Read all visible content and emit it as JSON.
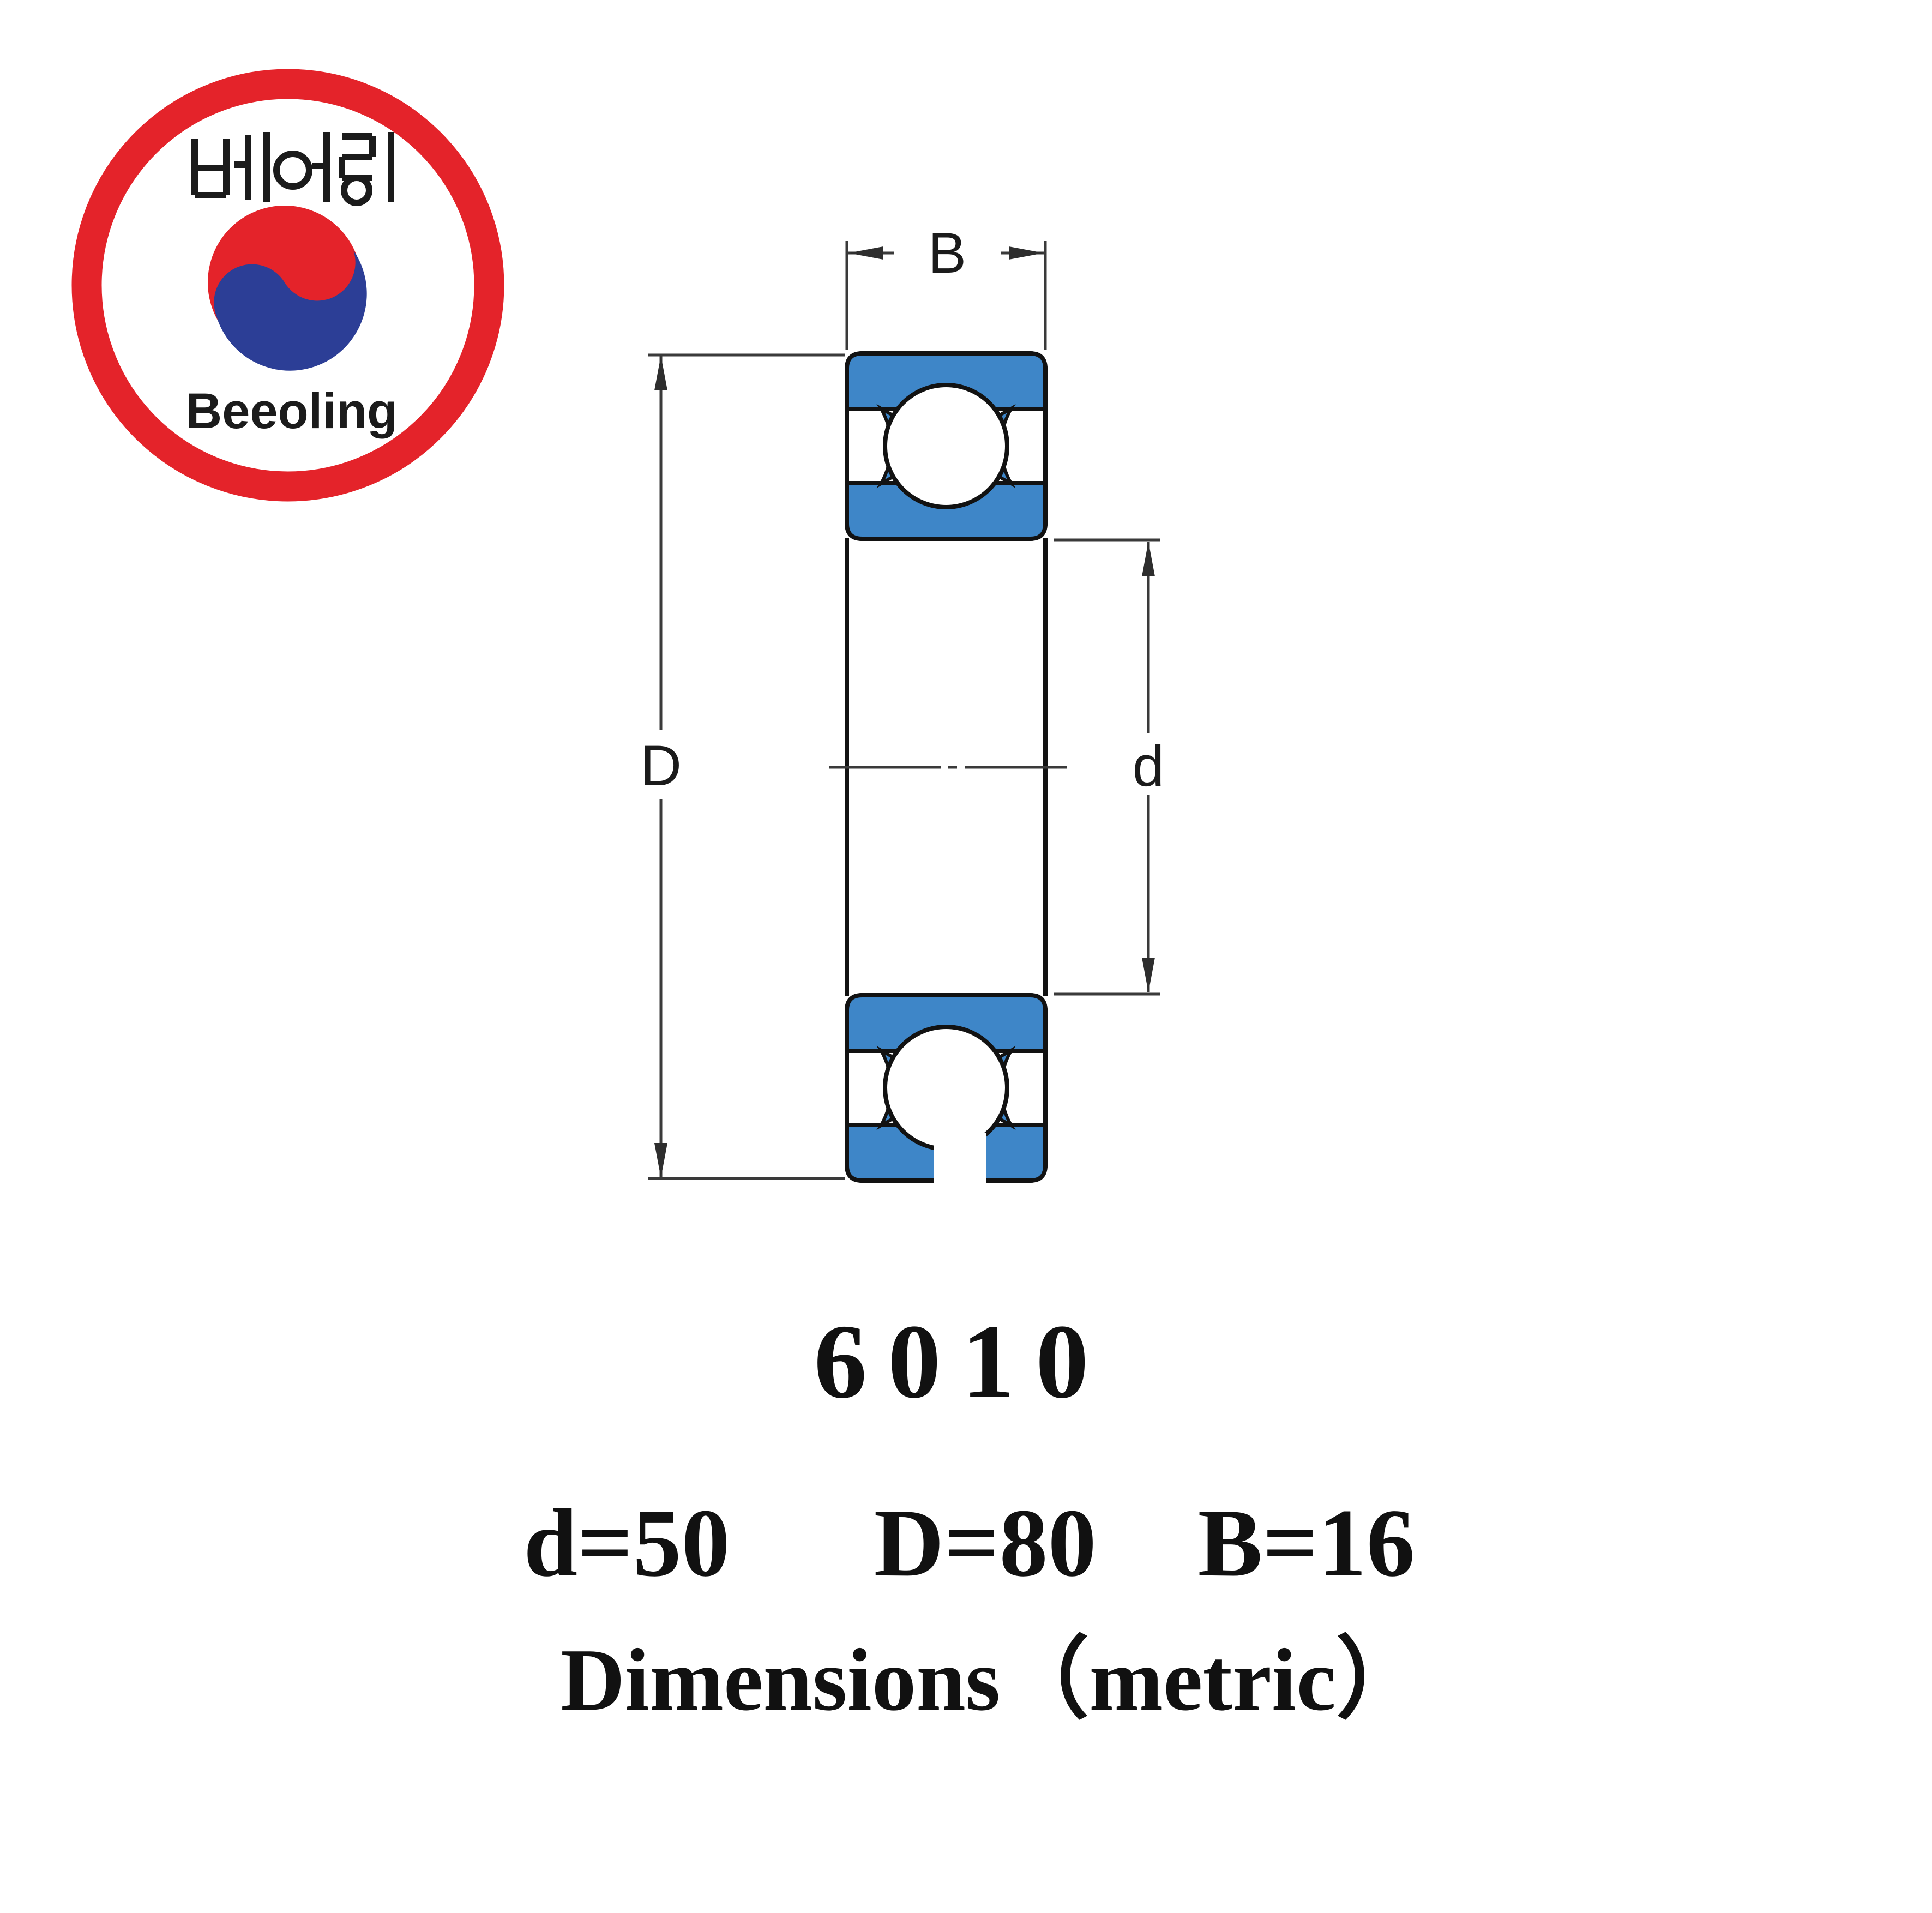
{
  "logo": {
    "korean_text": "베어링",
    "brand_name": "Beeoling",
    "ring_color": "#e4232a",
    "taegeuk_red": "#e4232a",
    "taegeuk_blue": "#2c3e96"
  },
  "diagram": {
    "width_label": "B",
    "outer_diameter_label": "D",
    "bore_diameter_label": "d",
    "bearing_color": "#3e86c8"
  },
  "caption": {
    "part_number": "6010",
    "dim_bore": "d=50",
    "dim_outer": "D=80",
    "dim_width": "B=16",
    "dimensions_note": "Dimensions（metric）"
  }
}
